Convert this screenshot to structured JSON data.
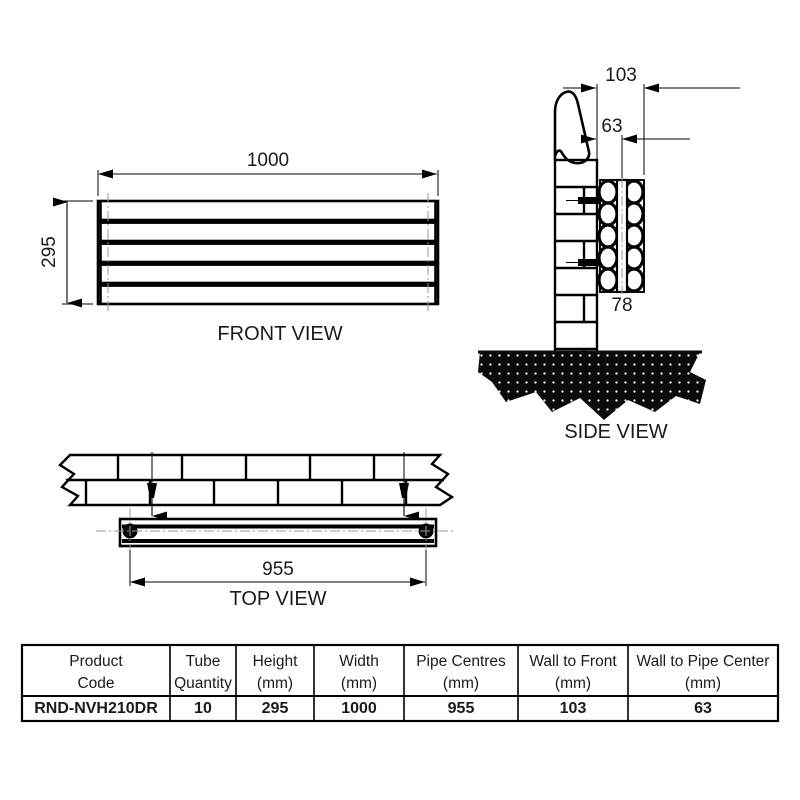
{
  "drawing": {
    "title": "Radiator technical dimension drawing",
    "views": [
      {
        "id": "front",
        "label": "FRONT VIEW"
      },
      {
        "id": "side",
        "label": "SIDE VIEW"
      },
      {
        "id": "top",
        "label": "TOP VIEW"
      }
    ],
    "dimensions": {
      "front_width": "1000",
      "front_height": "295",
      "side_wall_to_front": "103",
      "side_wall_to_pipe_center": "63",
      "side_tube_block": "78",
      "top_pipe_centres": "955"
    },
    "front_view": {
      "tube_rows": 5
    },
    "side_view": {
      "tube_columns": 2,
      "tubes_per_column": 5
    }
  },
  "table": {
    "headers": [
      {
        "line1": "Product",
        "line2": "Code"
      },
      {
        "line1": "Tube",
        "line2": "Quantity"
      },
      {
        "line1": "Height",
        "line2": "(mm)"
      },
      {
        "line1": "Width",
        "line2": "(mm)"
      },
      {
        "line1": "Pipe Centres",
        "line2": "(mm)"
      },
      {
        "line1": "Wall to Front",
        "line2": "(mm)"
      },
      {
        "line1": "Wall to Pipe Center",
        "line2": "(mm)"
      }
    ],
    "rows": [
      {
        "product_code": "RND-NVH210DR",
        "tube_quantity": "10",
        "height": "295",
        "width": "1000",
        "pipe_centres": "955",
        "wall_to_front": "103",
        "wall_to_pipe_center": "63"
      }
    ]
  },
  "colors": {
    "line": "#000000",
    "background": "#ffffff",
    "centerline": "#9a9a9a",
    "ground_fill": "#0a0a0a"
  }
}
